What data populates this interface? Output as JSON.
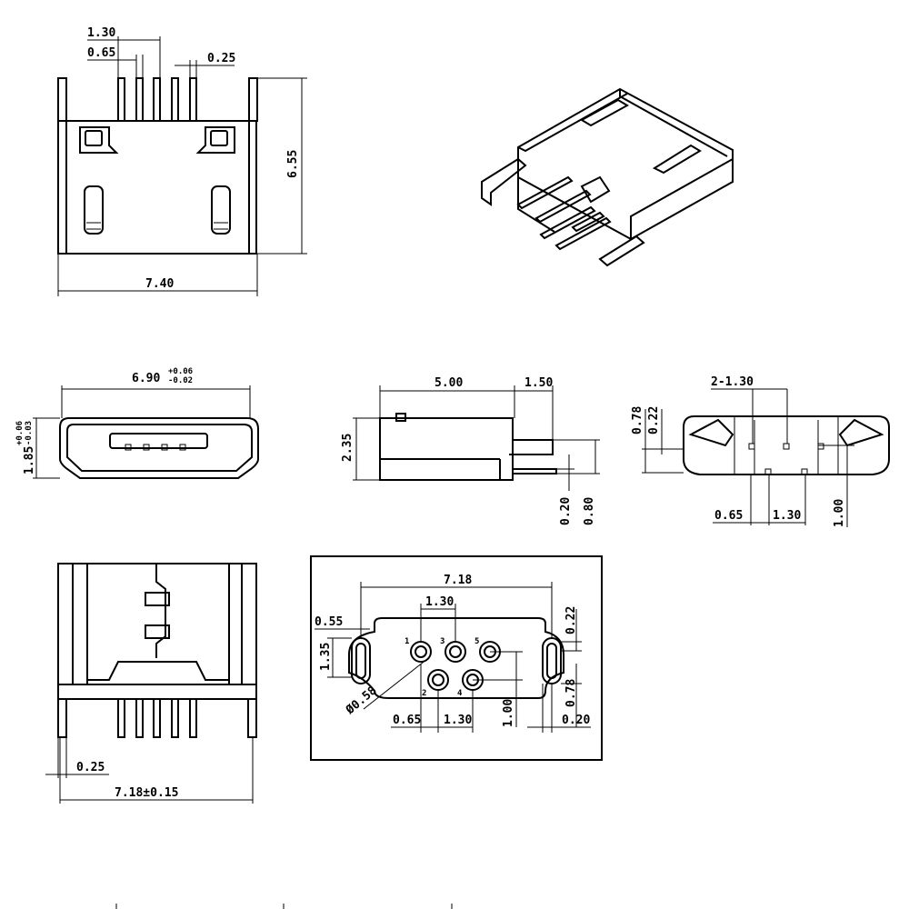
{
  "top_view": {
    "dim_pitch_outer": "1.30",
    "dim_pitch": "0.65",
    "dim_pin_width": "0.25",
    "dim_height": "6.55",
    "dim_width": "7.40"
  },
  "front_view": {
    "dim_width": "6.90",
    "dim_width_tol_plus": "+0.06",
    "dim_width_tol_minus": "-0.02",
    "dim_height": "1.85",
    "dim_height_tol_plus": "+0.06",
    "dim_height_tol_minus": "-0.03"
  },
  "side_view": {
    "dim_body_length": "5.00",
    "dim_pin_length": "1.50",
    "dim_height": "2.35",
    "dim_pin_thickness": "0.20",
    "dim_pin_offset": "0.80"
  },
  "pin_side_view": {
    "dim_pitch": "2-1.30",
    "dim_row_offset": "0.78",
    "dim_small": "0.22",
    "dim_offset": "0.65",
    "dim_pitch2": "1.30",
    "dim_row_height": "1.00"
  },
  "bottom_view": {
    "dim_width": "7.18±0.15",
    "dim_pin_width": "0.25"
  },
  "pcb_layout": {
    "dim_slot_span": "7.18",
    "dim_pitch": "1.30",
    "dim_slot_width": "0.55",
    "dim_slot_height": "1.35",
    "dim_slot_small": "0.22",
    "dim_hole": "Ø0.58",
    "dim_offset": "0.65",
    "dim_pitch2": "1.30",
    "dim_row": "1.00",
    "dim_row_offset": "0.78",
    "dim_edge": "0.20",
    "pin_numbers": [
      "1",
      "2",
      "3",
      "4",
      "5"
    ]
  }
}
